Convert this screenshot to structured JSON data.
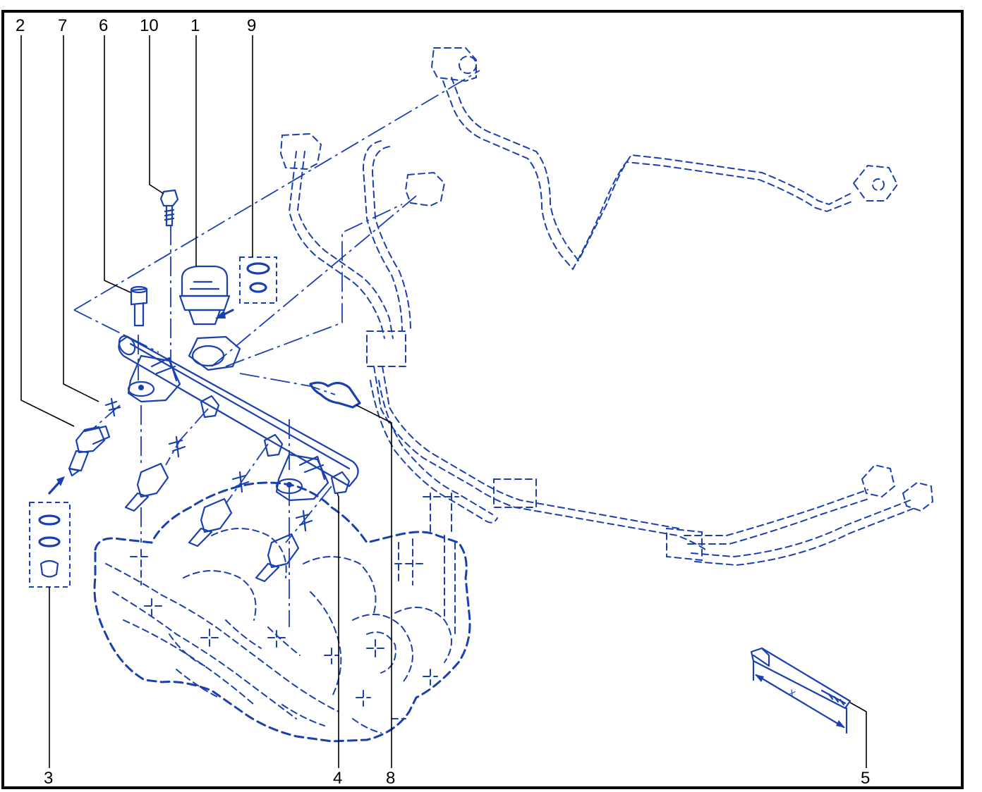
{
  "diagram": {
    "colors": {
      "drawing": "#1a3fb0",
      "callouts": "#000000",
      "border": "#000000",
      "background": "#ffffff"
    },
    "callouts_top": [
      "2",
      "7",
      "6",
      "10",
      "1",
      "9"
    ],
    "callouts_bottom": [
      "3",
      "4",
      "8",
      "5"
    ],
    "dimension_label": "X"
  }
}
